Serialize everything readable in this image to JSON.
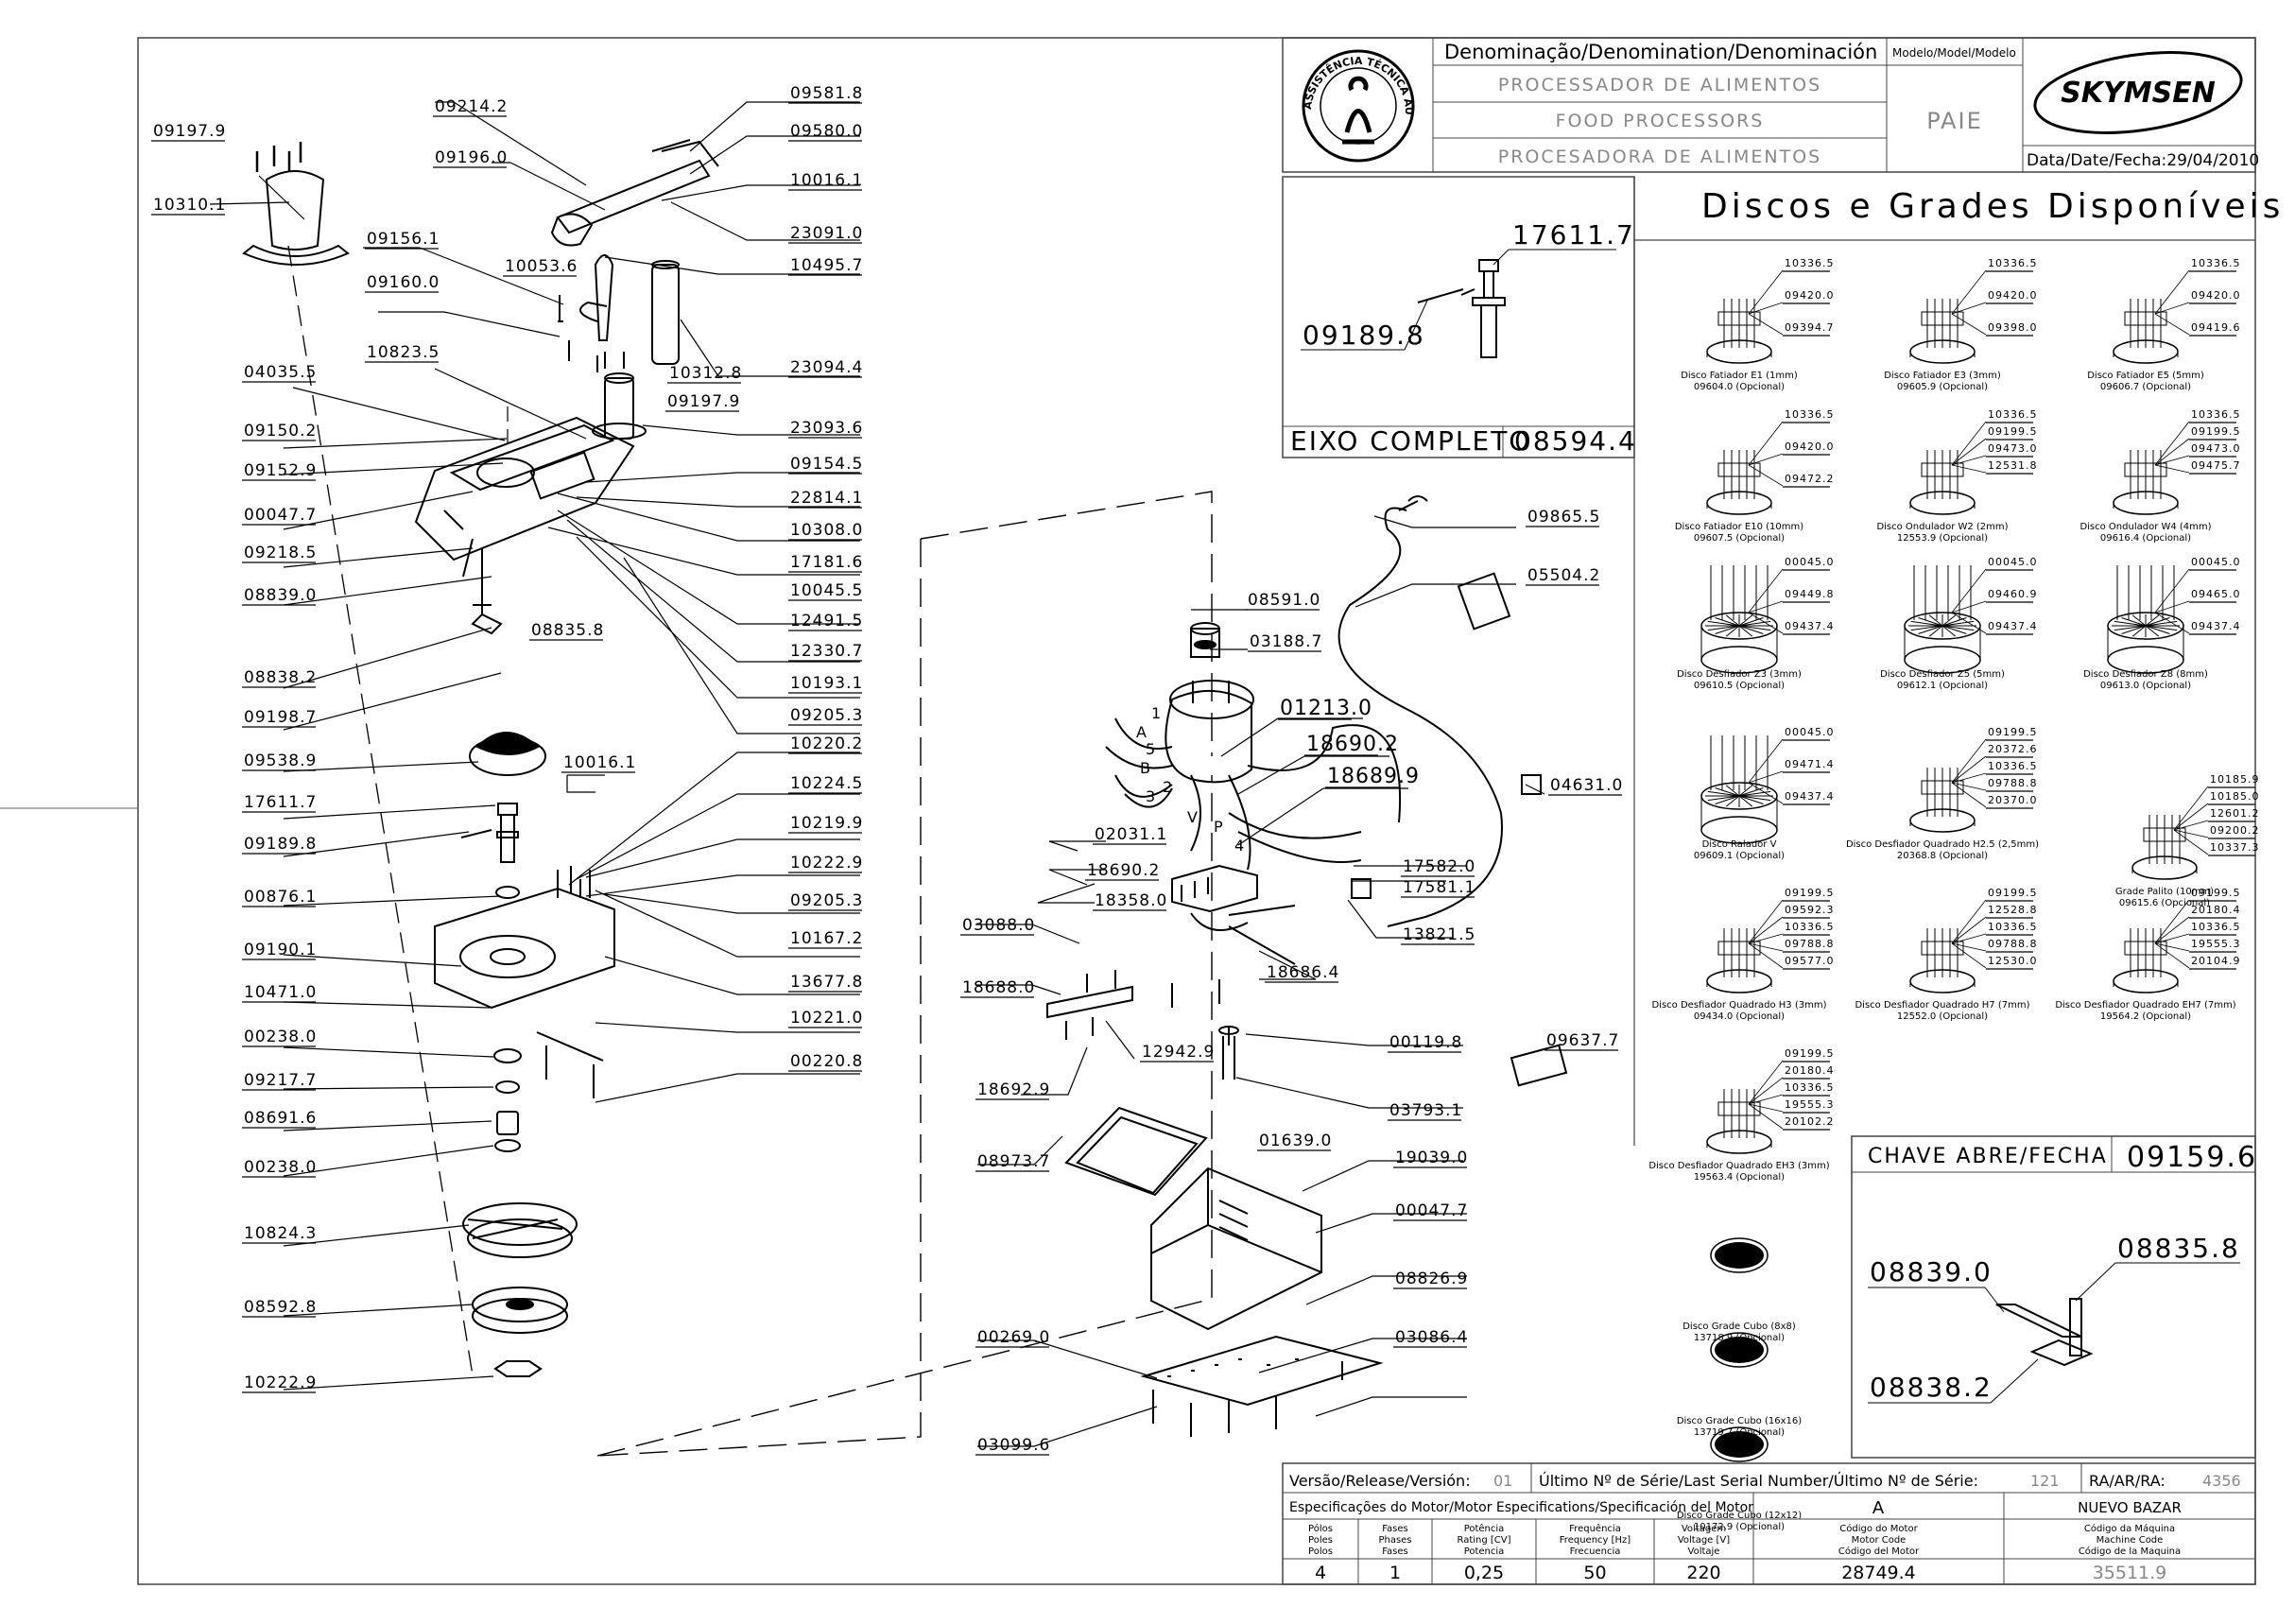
{
  "title_block": {
    "denomination_header": "Denominação/Denomination/Denominación",
    "model_header": "Modelo/Model/Modelo",
    "name_pt": "PROCESSADOR DE ALIMENTOS",
    "name_en": "FOOD PROCESSORS",
    "name_es": "PROCESADORA DE ALIMENTOS",
    "model": "PAIE",
    "brand": "SKYMSEN",
    "date": "Data/Date/Fecha:29/04/2010",
    "stamp_text": "ASSISTÊNCIA TÉCNICA AUTORIZADA"
  },
  "shaft_box": {
    "label_left": "EIXO COMPLETO",
    "label_right": "08594.4",
    "parts": [
      "17611.7",
      "09189.8"
    ]
  },
  "discs_title": "Discos e Grades Disponíveis",
  "discs": [
    {
      "refs": [
        "10336.5",
        "09420.0",
        "09394.7"
      ],
      "name": "Disco Fatiador E1 (1mm)",
      "code": "09604.0 (Opcional)"
    },
    {
      "refs": [
        "10336.5",
        "09420.0",
        "09398.0"
      ],
      "name": "Disco Fatiador E3 (3mm)",
      "code": "09605.9 (Opcional)"
    },
    {
      "refs": [
        "10336.5",
        "09420.0",
        "09419.6"
      ],
      "name": "Disco Fatiador E5 (5mm)",
      "code": "09606.7 (Opcional)"
    },
    {
      "refs": [
        "10336.5",
        "09420.0",
        "09472.2"
      ],
      "name": "Disco Fatiador E10 (10mm)",
      "code": "09607.5 (Opcional)"
    },
    {
      "refs": [
        "10336.5",
        "09199.5",
        "09473.0",
        "12531.8"
      ],
      "name": "Disco Ondulador W2 (2mm)",
      "code": "12553.9 (Opcional)"
    },
    {
      "refs": [
        "10336.5",
        "09199.5",
        "09473.0",
        "09475.7"
      ],
      "name": "Disco Ondulador W4 (4mm)",
      "code": "09616.4 (Opcional)"
    },
    {
      "refs": [
        "00045.0",
        "09449.8",
        "09437.4"
      ],
      "name": "Disco Desfiador Z3 (3mm)",
      "code": "09610.5 (Opcional)"
    },
    {
      "refs": [
        "00045.0",
        "09460.9",
        "09437.4"
      ],
      "name": "Disco Desfiador Z5 (5mm)",
      "code": "09612.1 (Opcional)"
    },
    {
      "refs": [
        "00045.0",
        "09465.0",
        "09437.4"
      ],
      "name": "Disco Desfiador Z8 (8mm)",
      "code": "09613.0 (Opcional)"
    },
    {
      "refs": [
        "00045.0",
        "09471.4",
        "09437.4"
      ],
      "name": "Disco Ralador V",
      "code": "09609.1 (Opcional)"
    },
    {
      "refs": [
        "09199.5",
        "20372.6",
        "10336.5",
        "09788.8",
        "20370.0"
      ],
      "name": "Disco Desfiador Quadrado H2.5 (2,5mm)",
      "code": "20368.8 (Opcional)"
    },
    {
      "refs": [
        "10185.9",
        "10185.0",
        "12601.2",
        "09200.2",
        "10337.3"
      ],
      "name": "Grade Palito (10mm)",
      "code": "09615.6 (Opcional)"
    },
    {
      "refs": [
        "09199.5",
        "09592.3",
        "10336.5",
        "09788.8",
        "09577.0"
      ],
      "name": "Disco Desfiador Quadrado H3 (3mm)",
      "code": "09434.0 (Opcional)"
    },
    {
      "refs": [
        "09199.5",
        "12528.8",
        "10336.5",
        "09788.8",
        "12530.0"
      ],
      "name": "Disco Desfiador Quadrado H7 (7mm)",
      "code": "12552.0 (Opcional)"
    },
    {
      "refs": [
        "09199.5",
        "20180.4",
        "10336.5",
        "19555.3",
        "20104.9"
      ],
      "name": "Disco Desfiador Quadrado EH7 (7mm)",
      "code": "19564.2 (Opcional)"
    },
    {
      "refs": [
        "09199.5",
        "20180.4",
        "10336.5",
        "19555.3",
        "20102.2"
      ],
      "name": "Disco Desfiador Quadrado EH3 (3mm)",
      "code": "19563.4 (Opcional)"
    },
    {
      "refs": [],
      "name": "Disco Grade Cubo (8x8)",
      "code": "13718.9 (Opcional)"
    },
    {
      "refs": [],
      "name": "Disco Grade Cubo (16x16)",
      "code": "13719.7 (Opcional)"
    },
    {
      "refs": [],
      "name": "Disco Grade Cubo (12x12)",
      "code": "10172.9 (Opcional)"
    }
  ],
  "switch_box": {
    "label_left": "CHAVE ABRE/FECHA",
    "label_right": "09159.6",
    "parts": [
      "08839.0",
      "08835.8",
      "08838.2"
    ]
  },
  "left_labels": [
    {
      "text": "09197.9"
    },
    {
      "text": "10310.1"
    },
    {
      "text": "09214.2"
    },
    {
      "text": "09196.0"
    },
    {
      "text": "09156.1"
    },
    {
      "text": "09160.0"
    },
    {
      "text": "10053.6"
    },
    {
      "text": "10823.5"
    },
    {
      "text": "04035.5"
    },
    {
      "text": "09150.2"
    },
    {
      "text": "09152.9"
    },
    {
      "text": "00047.7"
    },
    {
      "text": "09218.5"
    },
    {
      "text": "08839.0"
    },
    {
      "text": "08835.8"
    },
    {
      "text": "08838.2"
    },
    {
      "text": "09198.7"
    },
    {
      "text": "09538.9"
    },
    {
      "text": "10016.1"
    },
    {
      "text": "17611.7"
    },
    {
      "text": "09189.8"
    },
    {
      "text": "00876.1"
    },
    {
      "text": "09190.1"
    },
    {
      "text": "10471.0"
    },
    {
      "text": "00238.0"
    },
    {
      "text": "09217.7"
    },
    {
      "text": "08691.6"
    },
    {
      "text": "00238.0"
    },
    {
      "text": "10824.3"
    },
    {
      "text": "08592.8"
    },
    {
      "text": "10222.9"
    }
  ],
  "right_col_labels": [
    {
      "text": "09581.8"
    },
    {
      "text": "09580.0"
    },
    {
      "text": "10016.1"
    },
    {
      "text": "23091.0"
    },
    {
      "text": "10495.7"
    },
    {
      "text": "10312.8"
    },
    {
      "text": "23094.4"
    },
    {
      "text": "09197.9"
    },
    {
      "text": "23093.6"
    },
    {
      "text": "09154.5"
    },
    {
      "text": "22814.1"
    },
    {
      "text": "10308.0"
    },
    {
      "text": "17181.6"
    },
    {
      "text": "10045.5"
    },
    {
      "text": "12491.5"
    },
    {
      "text": "12330.7"
    },
    {
      "text": "10193.1"
    },
    {
      "text": "09205.3"
    },
    {
      "text": "10220.2"
    },
    {
      "text": "10224.5"
    },
    {
      "text": "10219.9"
    },
    {
      "text": "10222.9"
    },
    {
      "text": "09205.3"
    },
    {
      "text": "10167.2"
    },
    {
      "text": "13677.8"
    },
    {
      "text": "10221.0"
    },
    {
      "text": "00220.8"
    }
  ],
  "middle_labels": [
    {
      "text": "09865.5"
    },
    {
      "text": "05504.2"
    },
    {
      "text": "08591.0"
    },
    {
      "text": "03188.7"
    },
    {
      "text": "01213.0"
    },
    {
      "text": "18690.2"
    },
    {
      "text": "18689.9"
    },
    {
      "text": "04631.0"
    },
    {
      "text": "02031.1"
    },
    {
      "text": "18690.2"
    },
    {
      "text": "18358.0"
    },
    {
      "text": "17582.0"
    },
    {
      "text": "17581.1"
    },
    {
      "text": "13821.5"
    },
    {
      "text": "03088.0"
    },
    {
      "text": "18686.4"
    },
    {
      "text": "18688.0"
    },
    {
      "text": "12942.9"
    },
    {
      "text": "00119.8"
    },
    {
      "text": "09637.7"
    },
    {
      "text": "18692.9"
    },
    {
      "text": "03793.1"
    },
    {
      "text": "08973.7"
    },
    {
      "text": "01639.0"
    },
    {
      "text": "19039.0"
    },
    {
      "text": "00047.7"
    },
    {
      "text": "08826.9"
    },
    {
      "text": "00269.0"
    },
    {
      "text": "03086.4"
    },
    {
      "text": "03099.6"
    }
  ],
  "wire_letters": [
    "1",
    "A",
    "5",
    "B",
    "3",
    "2",
    "V",
    "P",
    "4"
  ],
  "footer": {
    "version_label": "Versão/Release/Versión:",
    "version_value": "01",
    "serial_label": "Último Nº de Série/Last Serial Number/Último Nº de Série:",
    "serial_value": "121",
    "ra_label": "RA/AR/RA:",
    "ra_value": "4356",
    "motor_spec_label": "Especificações do Motor/Motor Especifications/Specificación del Motor",
    "motor_letter": "A",
    "customer": "NUEVO BAZAR",
    "columns": [
      {
        "header": "Pólos\nPoles\nPolos",
        "value": "4"
      },
      {
        "header": "Fases\nPhases\nFases",
        "value": "1"
      },
      {
        "header": "Potência\nRating [CV]\nPotencia",
        "value": "0,25"
      },
      {
        "header": "Frequência\nFrequency [Hz]\nFrecuencia",
        "value": "50"
      },
      {
        "header": "Voltagem\nVoltage [V]\nVoltaje",
        "value": "220"
      },
      {
        "header": "Código do Motor\nMotor Code\nCódigo del Motor",
        "value": "28749.4"
      },
      {
        "header": "Código da Máquina\nMachine Code\nCódigo de la Maquina",
        "value": "35511.9"
      }
    ]
  }
}
